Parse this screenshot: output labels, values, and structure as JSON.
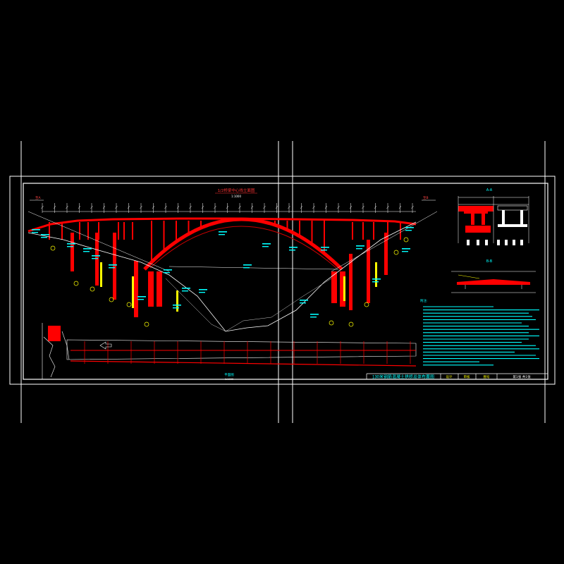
{
  "drawing": {
    "title": "130米钢筋混凝土拱桥总体布置图",
    "title_block": {
      "design": "设计",
      "review": "审核",
      "drawing_no": "图号",
      "sheet_label": "第1张 共1张"
    },
    "elevation": {
      "caption": "1/2桥梁中心线立面图",
      "scale": "1:1000",
      "left_direction": "至A",
      "right_direction": "至B"
    },
    "plan": {
      "caption": "平面图",
      "scale": "1:1000"
    },
    "section_aa": {
      "label": "A-A"
    },
    "section_bb": {
      "label": "B-B"
    },
    "notes": {
      "heading": "附注:"
    }
  },
  "colors": {
    "background": "#000000",
    "frame": "#ffffff",
    "structure": "#ff0000",
    "annotation": "#00ffff",
    "highlight": "#ffff00",
    "terrain": "#ffffff",
    "pier_label": "#ffff00",
    "elevation_label": "#ffffff"
  }
}
